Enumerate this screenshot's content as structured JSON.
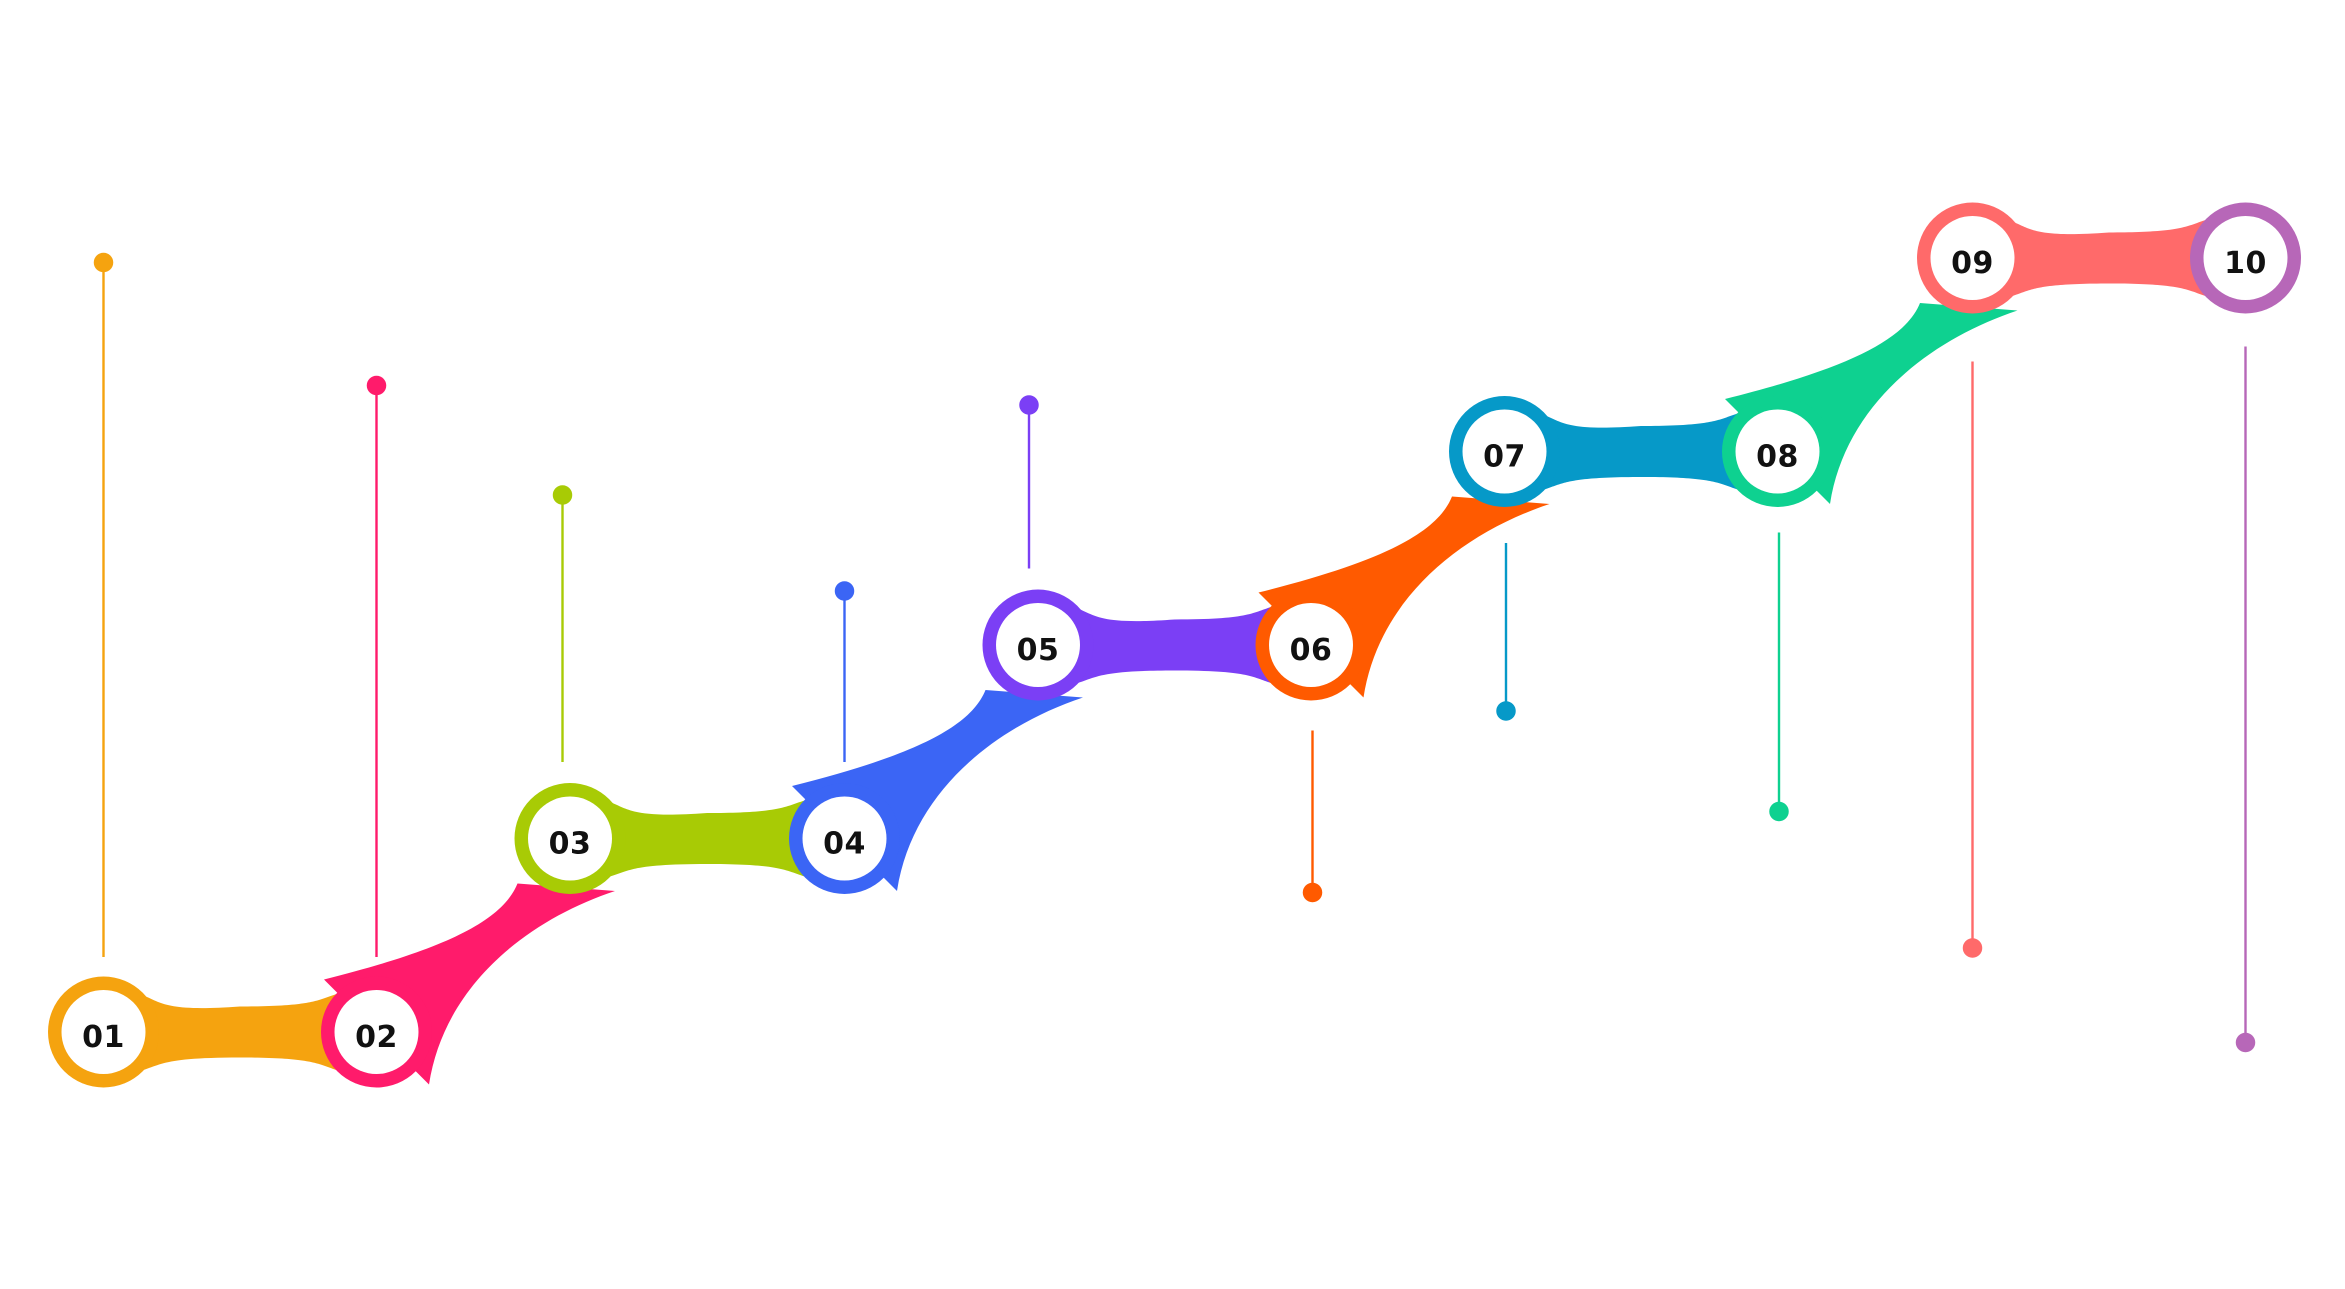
{
  "steps": [
    {
      "label": "01",
      "color": "#F5A30F"
    },
    {
      "label": "02",
      "color": "#FF1B6B"
    },
    {
      "label": "03",
      "color": "#A8CB05"
    },
    {
      "label": "04",
      "color": "#3B65F5"
    },
    {
      "label": "05",
      "color": "#7B3FF5"
    },
    {
      "label": "06",
      "color": "#FF5A00"
    },
    {
      "label": "07",
      "color": "#0699C8"
    },
    {
      "label": "08",
      "color": "#0ED190"
    },
    {
      "label": "09",
      "color": "#FF6A6A"
    },
    {
      "label": "10",
      "color": "#B767B8"
    }
  ]
}
